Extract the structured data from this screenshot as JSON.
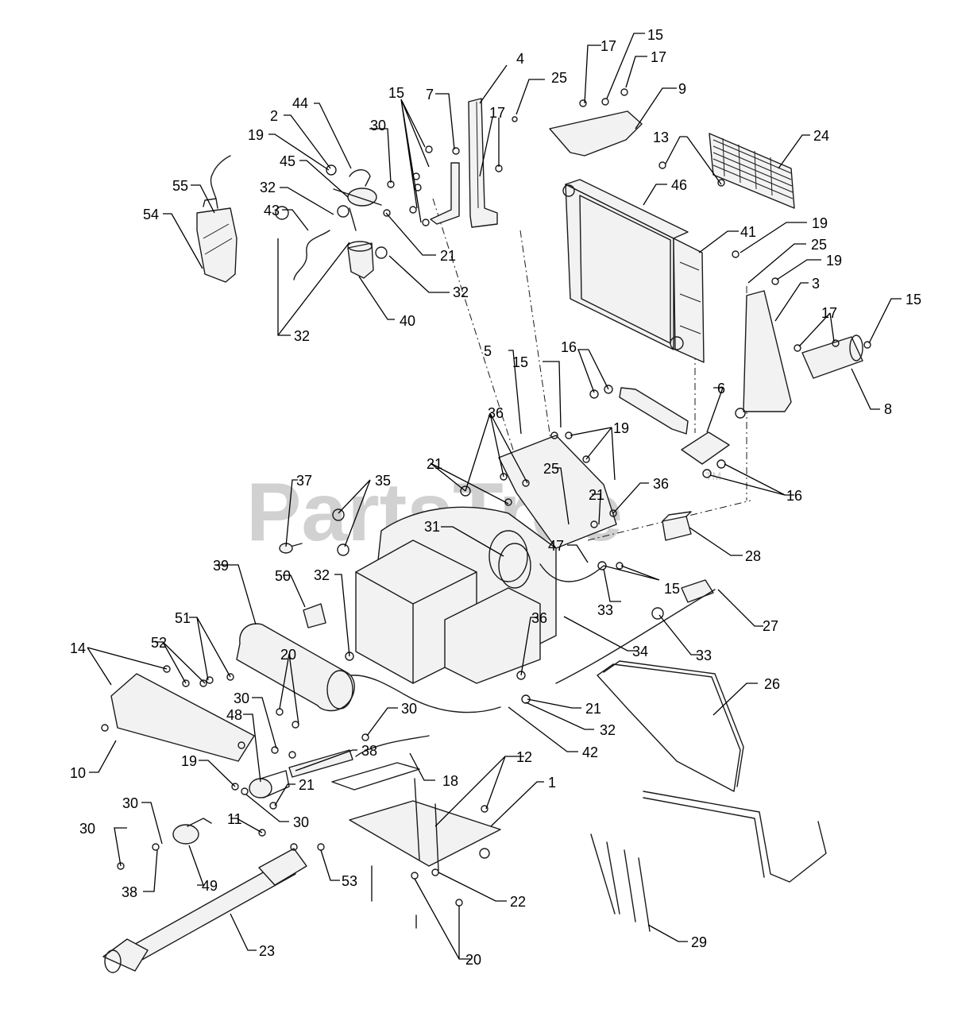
{
  "watermark": {
    "text": "PartsTree",
    "tm": "TM"
  },
  "callouts": [
    {
      "id": "c4",
      "label": "4"
    },
    {
      "id": "c25a",
      "label": "25"
    },
    {
      "id": "c15a",
      "label": "15"
    },
    {
      "id": "c7",
      "label": "7"
    },
    {
      "id": "c17a",
      "label": "17"
    },
    {
      "id": "c44",
      "label": "44"
    },
    {
      "id": "c2",
      "label": "2"
    },
    {
      "id": "c30a",
      "label": "30"
    },
    {
      "id": "c19a",
      "label": "19"
    },
    {
      "id": "c45",
      "label": "45"
    },
    {
      "id": "c32a",
      "label": "32"
    },
    {
      "id": "c55",
      "label": "55"
    },
    {
      "id": "c54",
      "label": "54"
    },
    {
      "id": "c43",
      "label": "43"
    },
    {
      "id": "c21a",
      "label": "21"
    },
    {
      "id": "c32b",
      "label": "32"
    },
    {
      "id": "c32c",
      "label": "32"
    },
    {
      "id": "c40",
      "label": "40"
    },
    {
      "id": "c17b",
      "label": "17"
    },
    {
      "id": "c15b",
      "label": "15"
    },
    {
      "id": "c17c",
      "label": "17"
    },
    {
      "id": "c9",
      "label": "9"
    },
    {
      "id": "c13",
      "label": "13"
    },
    {
      "id": "c24",
      "label": "24"
    },
    {
      "id": "c46",
      "label": "46"
    },
    {
      "id": "c41",
      "label": "41"
    },
    {
      "id": "c19b",
      "label": "19"
    },
    {
      "id": "c25b",
      "label": "25"
    },
    {
      "id": "c19c",
      "label": "19"
    },
    {
      "id": "c3",
      "label": "3"
    },
    {
      "id": "c15c",
      "label": "15"
    },
    {
      "id": "c17d",
      "label": "17"
    },
    {
      "id": "c8",
      "label": "8"
    },
    {
      "id": "c5",
      "label": "5"
    },
    {
      "id": "c15d",
      "label": "15"
    },
    {
      "id": "c16a",
      "label": "16"
    },
    {
      "id": "c36a",
      "label": "36"
    },
    {
      "id": "c19d",
      "label": "19"
    },
    {
      "id": "c6",
      "label": "6"
    },
    {
      "id": "c16b",
      "label": "16"
    },
    {
      "id": "c21b",
      "label": "21"
    },
    {
      "id": "c25c",
      "label": "25"
    },
    {
      "id": "c37",
      "label": "37"
    },
    {
      "id": "c35",
      "label": "35"
    },
    {
      "id": "c36b",
      "label": "36"
    },
    {
      "id": "c21c",
      "label": "21"
    },
    {
      "id": "c31",
      "label": "31"
    },
    {
      "id": "c28",
      "label": "28"
    },
    {
      "id": "c47",
      "label": "47"
    },
    {
      "id": "c15e",
      "label": "15"
    },
    {
      "id": "c39",
      "label": "39"
    },
    {
      "id": "c50",
      "label": "50"
    },
    {
      "id": "c32d",
      "label": "32"
    },
    {
      "id": "c33a",
      "label": "33"
    },
    {
      "id": "c27",
      "label": "27"
    },
    {
      "id": "c34",
      "label": "34"
    },
    {
      "id": "c33b",
      "label": "33"
    },
    {
      "id": "c51",
      "label": "51"
    },
    {
      "id": "c52",
      "label": "52"
    },
    {
      "id": "c14",
      "label": "14"
    },
    {
      "id": "c20a",
      "label": "20"
    },
    {
      "id": "c36c",
      "label": "36"
    },
    {
      "id": "c21d",
      "label": "21"
    },
    {
      "id": "c26",
      "label": "26"
    },
    {
      "id": "c30b",
      "label": "30"
    },
    {
      "id": "c48",
      "label": "48"
    },
    {
      "id": "c30c",
      "label": "30"
    },
    {
      "id": "c32e",
      "label": "32"
    },
    {
      "id": "c42",
      "label": "42"
    },
    {
      "id": "c38a",
      "label": "38"
    },
    {
      "id": "c10",
      "label": "10"
    },
    {
      "id": "c19e",
      "label": "19"
    },
    {
      "id": "c21e",
      "label": "21"
    },
    {
      "id": "c18",
      "label": "18"
    },
    {
      "id": "c12",
      "label": "12"
    },
    {
      "id": "c1",
      "label": "1"
    },
    {
      "id": "c30d",
      "label": "30"
    },
    {
      "id": "c11",
      "label": "11"
    },
    {
      "id": "c30e",
      "label": "30"
    },
    {
      "id": "c30f",
      "label": "30"
    },
    {
      "id": "c38b",
      "label": "38"
    },
    {
      "id": "c49",
      "label": "49"
    },
    {
      "id": "c53",
      "label": "53"
    },
    {
      "id": "c22",
      "label": "22"
    },
    {
      "id": "c23",
      "label": "23"
    },
    {
      "id": "c20b",
      "label": "20"
    },
    {
      "id": "c29",
      "label": "29"
    }
  ]
}
